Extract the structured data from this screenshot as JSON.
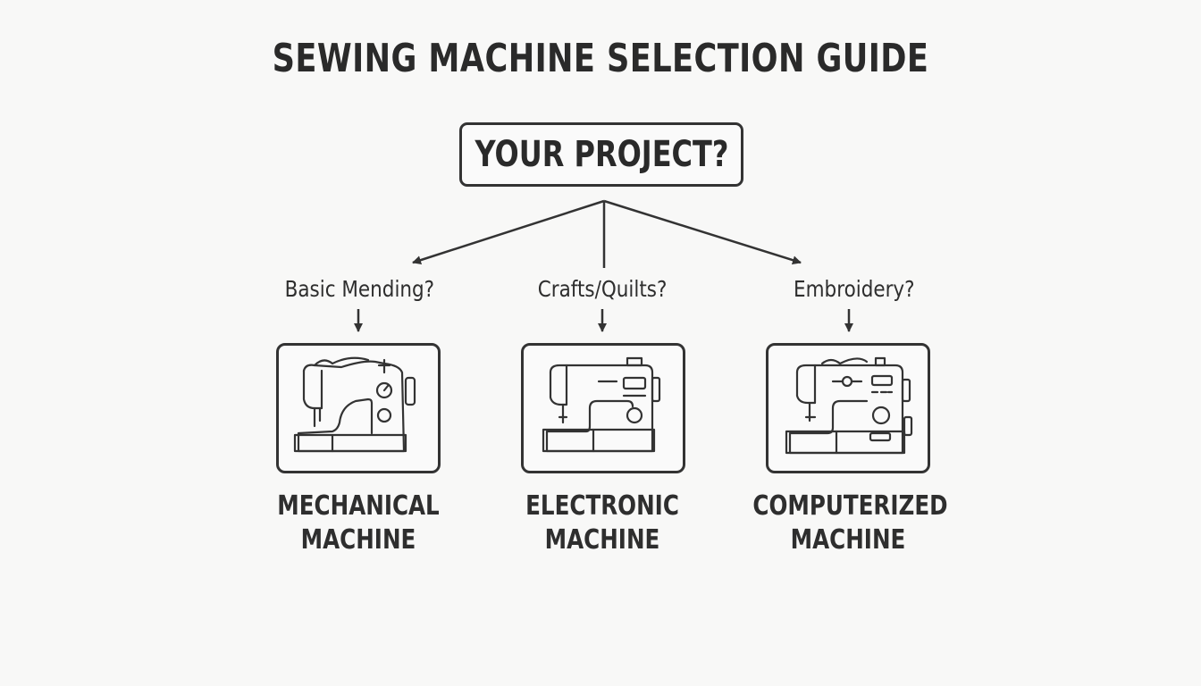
{
  "title": "SEWING MACHINE SELECTION GUIDE",
  "root": {
    "label": "YOUR PROJECT?"
  },
  "branches": [
    {
      "question": "Basic Mending?",
      "machine_line1": "MECHANICAL",
      "machine_line2": "MACHINE",
      "icon": "mechanical-sewing-machine-icon"
    },
    {
      "question": "Crafts/Quilts?",
      "machine_line1": "ELECTRONIC",
      "machine_line2": "MACHINE",
      "icon": "electronic-sewing-machine-icon"
    },
    {
      "question": "Embroidery?",
      "machine_line1": "COMPUTERIZED",
      "machine_line2": "MACHINE",
      "icon": "computerized-sewing-machine-icon"
    }
  ],
  "colors": {
    "stroke": "#333333",
    "background": "#f8f8f7"
  }
}
